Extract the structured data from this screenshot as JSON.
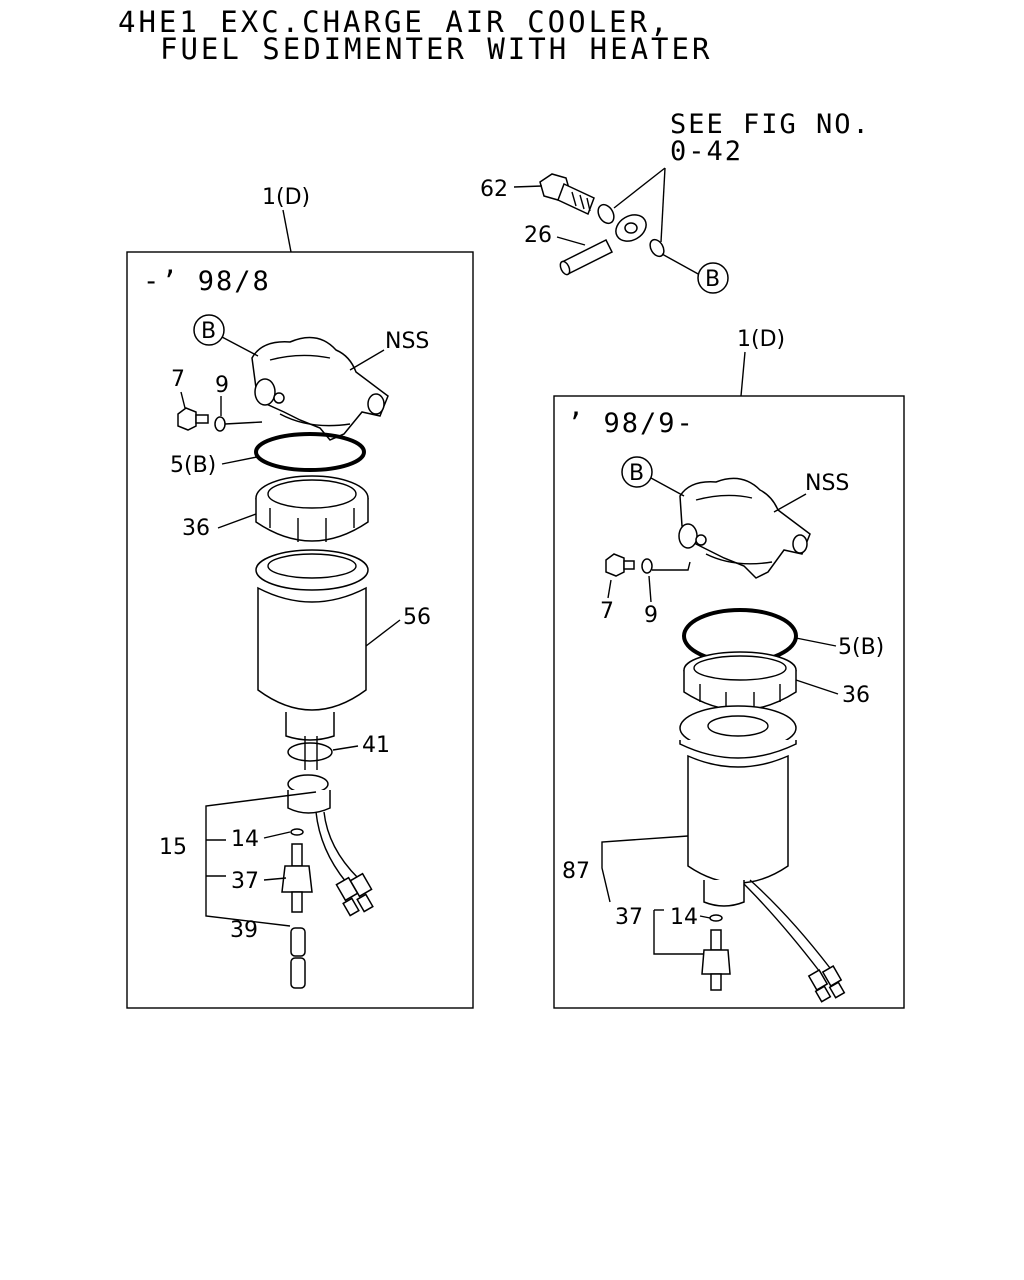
{
  "title": {
    "line1": "4HE1 EXC.CHARGE AIR COOLER,",
    "line2": "FUEL SEDIMENTER WITH HEATER"
  },
  "reference": {
    "line1": "SEE FIG NO.",
    "line2": "0-42"
  },
  "top_group": {
    "labels": {
      "p62": "62",
      "p26": "26",
      "b": "B"
    }
  },
  "left_panel": {
    "part_ref": "1(D)",
    "period": "-’ 98/8",
    "labels": {
      "b": "B",
      "nss": "NSS",
      "p7": "7",
      "p9": "9",
      "p5": "5(B)",
      "p36": "36",
      "p56": "56",
      "p41": "41",
      "p15": "15",
      "p14": "14",
      "p37": "37",
      "p39": "39"
    }
  },
  "right_panel": {
    "part_ref": "1(D)",
    "period": "’ 98/9-",
    "labels": {
      "b": "B",
      "nss": "NSS",
      "p7": "7",
      "p9": "9",
      "p5": "5(B)",
      "p36": "36",
      "p87": "87",
      "p37": "37",
      "p14": "14"
    }
  }
}
